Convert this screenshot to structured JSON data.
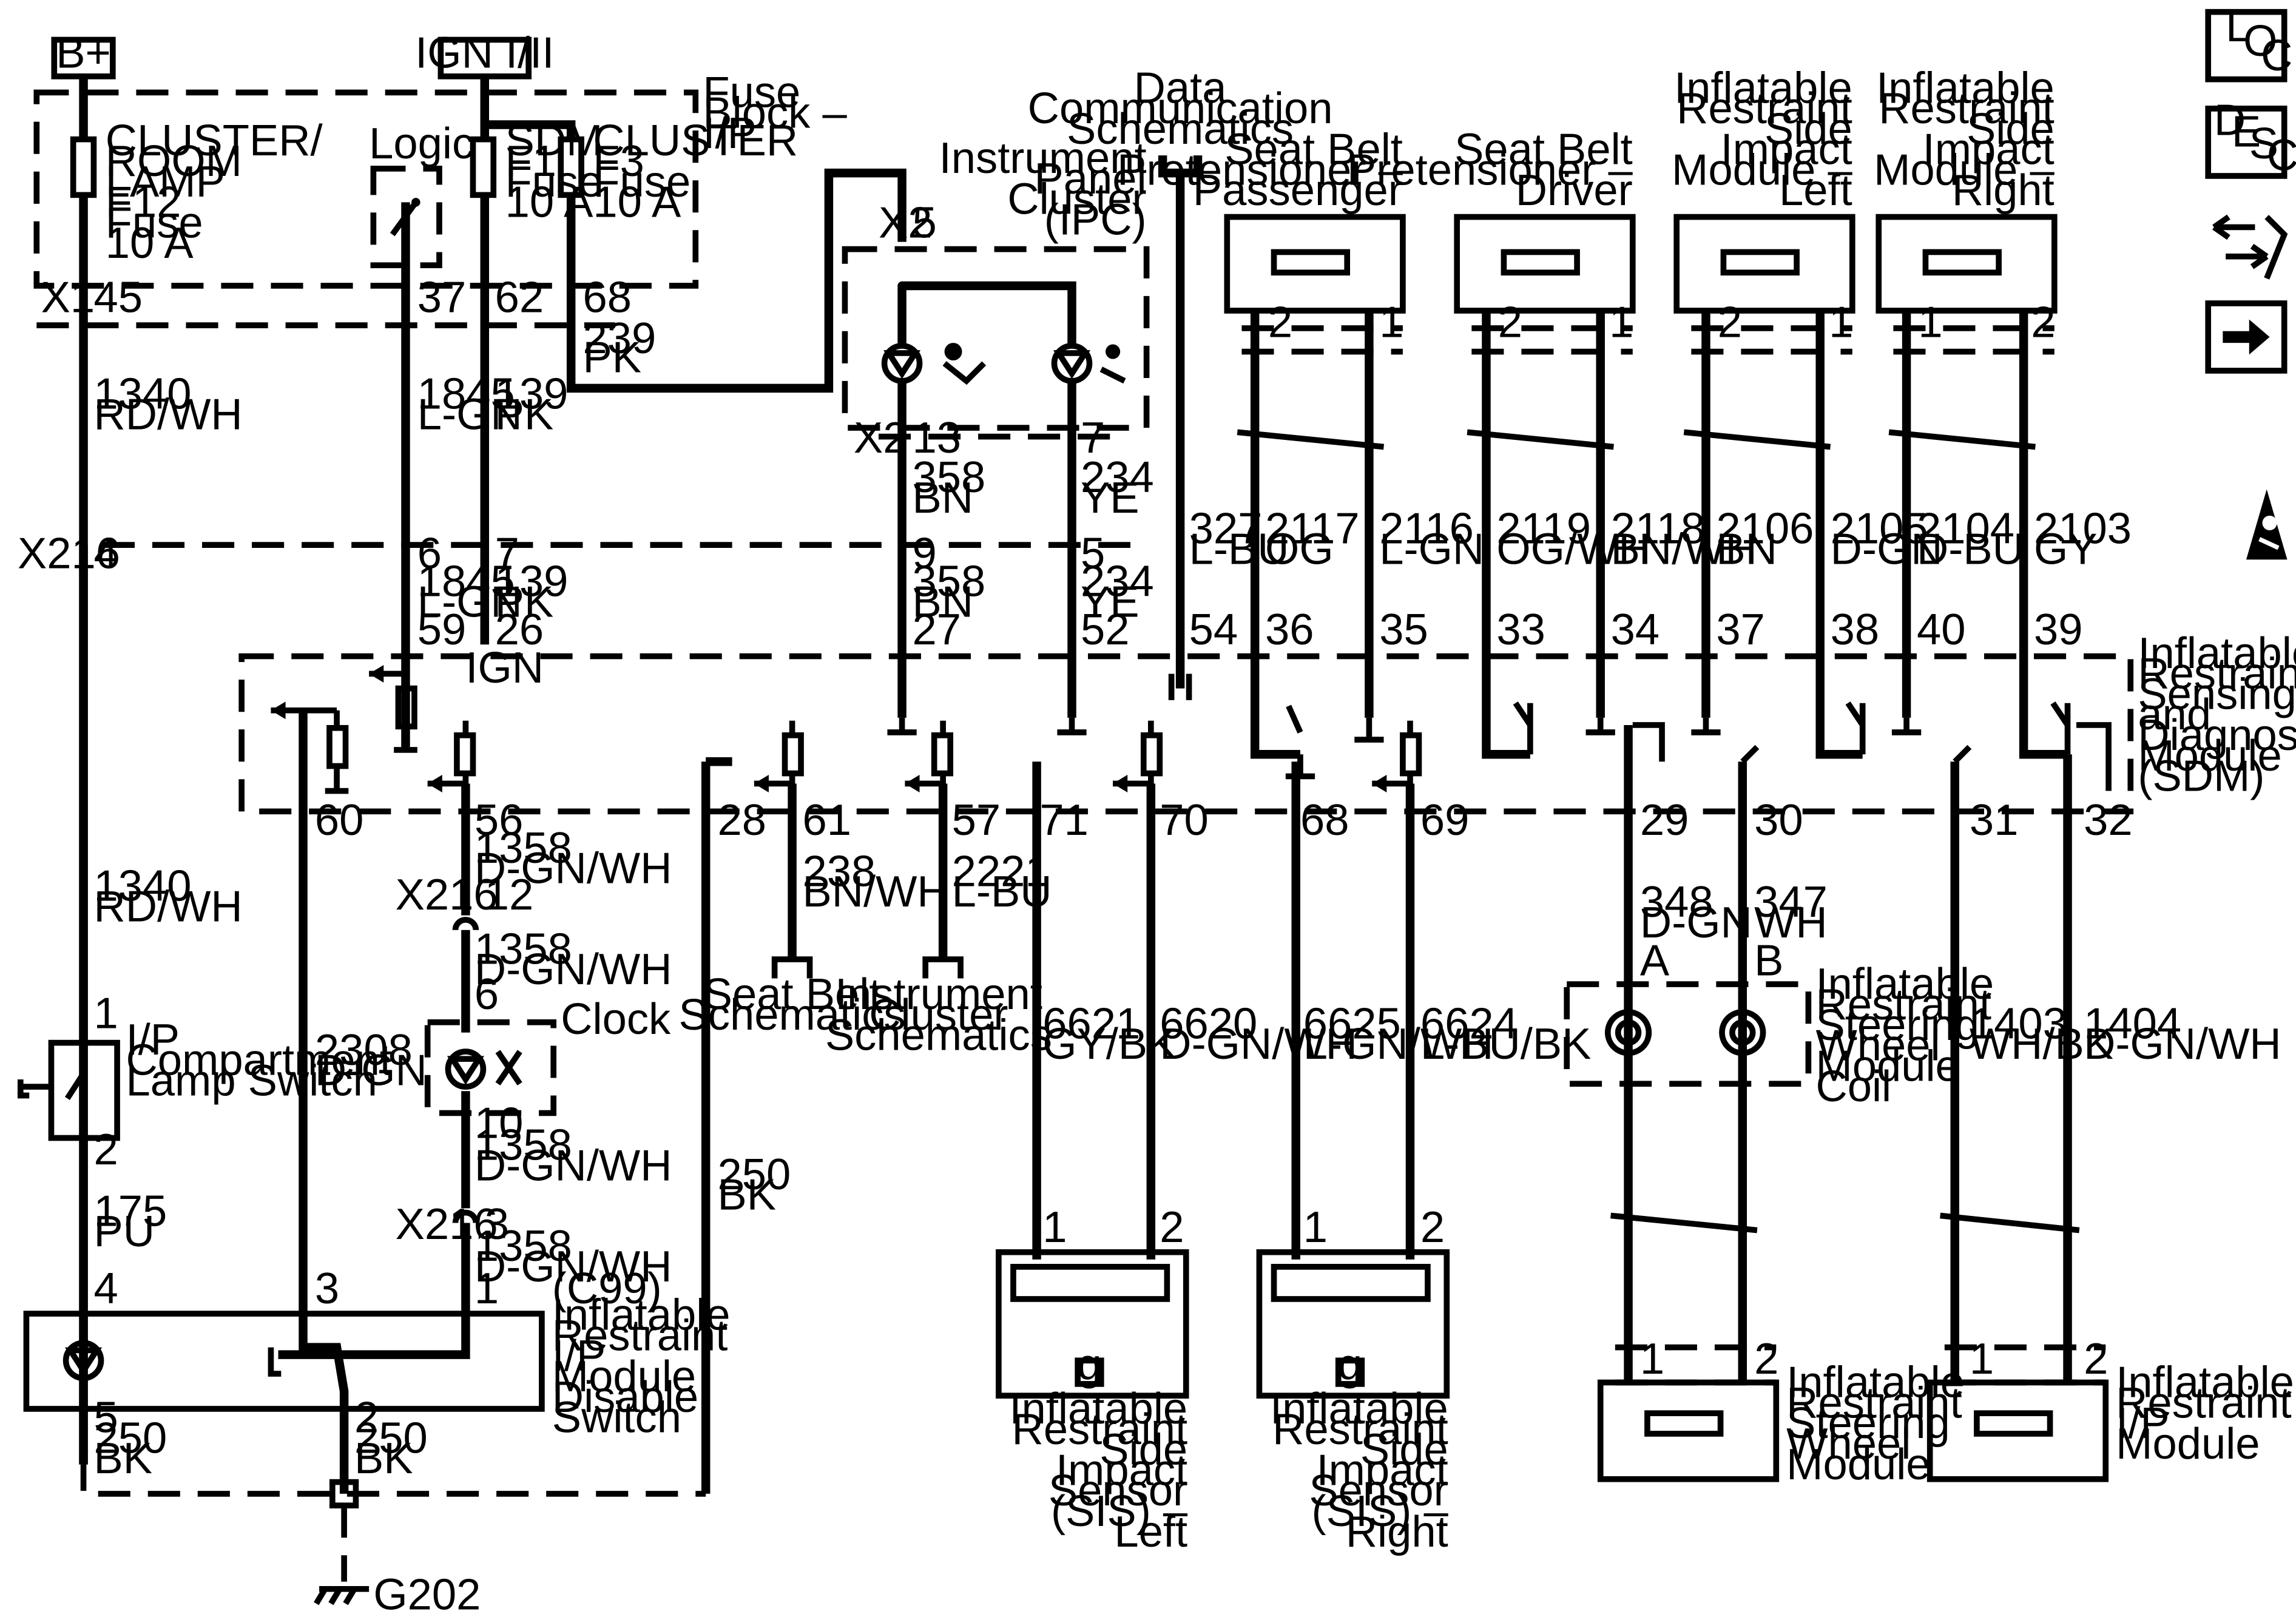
{
  "sources": {
    "batt": "B+",
    "ign": "IGN I/II"
  },
  "fuse_block": {
    "title": [
      "Fuse",
      "Block –",
      "I/P"
    ],
    "f12": [
      "CLUSTER/",
      "ROOM",
      "LAMP",
      "F12",
      "Fuse",
      "10 A"
    ],
    "logic": "Logic",
    "f1": [
      "SDM",
      "F1",
      "Fuse",
      "10 A"
    ],
    "f3": [
      "CLUSTER",
      "F3",
      "Fuse",
      "10 A"
    ],
    "connector": "X1",
    "pins": [
      "45",
      "37",
      "62",
      "68"
    ],
    "w239": [
      "239",
      "PK"
    ]
  },
  "wires_upper": {
    "w1340": [
      "1340",
      "RD/WH"
    ],
    "w1845": [
      "1845",
      "L-GN"
    ],
    "w139": [
      "139",
      "PK"
    ]
  },
  "x216_top": {
    "connector": "X216",
    "pins": [
      "4",
      "6",
      "7",
      "9",
      "5"
    ],
    "w1845": [
      "1845",
      "L-GN"
    ],
    "w139": [
      "139",
      "PK"
    ],
    "w358": [
      "358",
      "BN"
    ],
    "w234": [
      "234",
      "YE"
    ]
  },
  "ipc": {
    "title": [
      "Instrument",
      "Panel",
      "Cluster",
      "(IPC)"
    ],
    "data_comm": [
      "Data",
      "Communication",
      "Schematics"
    ],
    "x2_top": "X2",
    "pin_top": "5",
    "x2_bottom": "X2",
    "pins_bottom": [
      "13",
      "7"
    ],
    "w358": [
      "358",
      "BN"
    ],
    "w234": [
      "234",
      "YE"
    ]
  },
  "w327": [
    "327",
    "L-BU"
  ],
  "modules_top": [
    {
      "name": [
        "Seat Belt",
        "Pretensioner –",
        "Passenger"
      ],
      "pins": [
        "2",
        "1"
      ]
    },
    {
      "name": [
        "Seat Belt",
        "Pretensioner –",
        "Driver"
      ],
      "pins": [
        "2",
        "1"
      ]
    },
    {
      "name": [
        "Inflatable",
        "Restraint",
        "Side",
        "Impact",
        "Module –",
        "Left"
      ],
      "pins": [
        "2",
        "1"
      ]
    },
    {
      "name": [
        "Inflatable",
        "Restraint",
        "Side",
        "Impact",
        "Module –",
        "Right"
      ],
      "pins": [
        "1",
        "2"
      ]
    }
  ],
  "wires_top": [
    {
      "id": "2117",
      "color": "OG"
    },
    {
      "id": "2116",
      "color": "L-GN"
    },
    {
      "id": "2119",
      "color": "OG/WH"
    },
    {
      "id": "2118",
      "color": "BN/WH"
    },
    {
      "id": "2106",
      "color": "BN"
    },
    {
      "id": "2105",
      "color": "D-GN"
    },
    {
      "id": "2104",
      "color": "D-BU"
    },
    {
      "id": "2103",
      "color": "GY"
    }
  ],
  "sdm": {
    "title": [
      "Inflatable",
      "Restraint",
      "Sensing",
      "and",
      "Diagnostic",
      "Module",
      "(SDM)"
    ],
    "ign": "IGN",
    "pins_top": [
      "59",
      "26",
      "27",
      "52",
      "54",
      "36",
      "35",
      "33",
      "34",
      "37",
      "38",
      "40",
      "39"
    ],
    "pins_bottom": [
      "60",
      "56",
      "28",
      "61",
      "57",
      "71",
      "70",
      "68",
      "69",
      "29",
      "30",
      "31",
      "32"
    ]
  },
  "wires_lower": {
    "w1340b": [
      "1340",
      "RD/WH"
    ],
    "w1358a": [
      "1358",
      "D-GN/WH"
    ],
    "w1358b": [
      "1358",
      "D-GN/WH"
    ],
    "w1358c": [
      "1358",
      "D-GN/WH"
    ],
    "w1358d": [
      "1358",
      "D-GN/WH"
    ],
    "w2308": [
      "2308",
      "D-GN"
    ],
    "w250": [
      "250",
      "BK"
    ],
    "w238": [
      "238",
      "BN/WH"
    ],
    "w2221": [
      "2221",
      "L-BU"
    ],
    "w175": [
      "175",
      "PU"
    ],
    "w6621": [
      "6621",
      "GY/BK"
    ],
    "w6620": [
      "6620",
      "D-GN/WH"
    ],
    "w6625": [
      "6625",
      "L-GN/WH"
    ],
    "w6624": [
      "6624",
      "L-BU/BK"
    ],
    "w348": [
      "348",
      "D-GN"
    ],
    "w347": [
      "347",
      "WH"
    ],
    "w1403": [
      "1403",
      "WH/BK"
    ],
    "w1404": [
      "1404",
      "D-GN/WH"
    ],
    "w250b": [
      "250",
      "BK"
    ],
    "w250c": [
      "250",
      "BK"
    ]
  },
  "x216_lower": {
    "a": "X216",
    "a_pin": "12",
    "b": "X216",
    "b_pin": "3",
    "clock_pins": [
      "6",
      "10"
    ]
  },
  "clock": "Clock",
  "seat_belt_sch": [
    "Seat Belt",
    "Schematics"
  ],
  "ipc_sch": [
    "Instrument",
    "Cluster",
    "Schematics"
  ],
  "ip_switch": {
    "name": [
      "I/P",
      "Compartment",
      "Lamp Switch"
    ],
    "pins": [
      "1",
      "2"
    ]
  },
  "disable_switch": {
    "name": [
      "Inflatable",
      "Restraint",
      "I/P",
      "Module",
      "Disable",
      "Switch"
    ],
    "tag": "(C99)",
    "pins": [
      "4",
      "3",
      "1",
      "5",
      "2"
    ]
  },
  "coil": {
    "name": [
      "Inflatable",
      "Restraint",
      "Steering",
      "Wheel",
      "Module",
      "Coil"
    ],
    "pins": [
      "A",
      "B"
    ]
  },
  "sis_left": {
    "name": [
      "Inflatable",
      "Restraint",
      "Side",
      "Impact",
      "Sensor",
      "(SIS) –",
      "Left"
    ],
    "pins": [
      "1",
      "2"
    ],
    "g": "g"
  },
  "sis_right": {
    "name": [
      "Inflatable",
      "Restraint",
      "Side",
      "Impact",
      "Sensor",
      "(SIS) –",
      "Right"
    ],
    "pins": [
      "1",
      "2"
    ],
    "g": "g"
  },
  "steering_module": {
    "name": [
      "Inflatable",
      "Restraint",
      "Steering",
      "Wheel",
      "Module"
    ],
    "pins": [
      "1",
      "2"
    ]
  },
  "ip_module": {
    "name": [
      "Inflatable",
      "Restraint",
      "I/P",
      "Module"
    ],
    "pins": [
      "1",
      "2"
    ]
  },
  "ground": "G202",
  "nav": {
    "loc": [
      "L",
      "O",
      "C"
    ],
    "desc": [
      "D",
      "E",
      "S",
      "C"
    ]
  }
}
